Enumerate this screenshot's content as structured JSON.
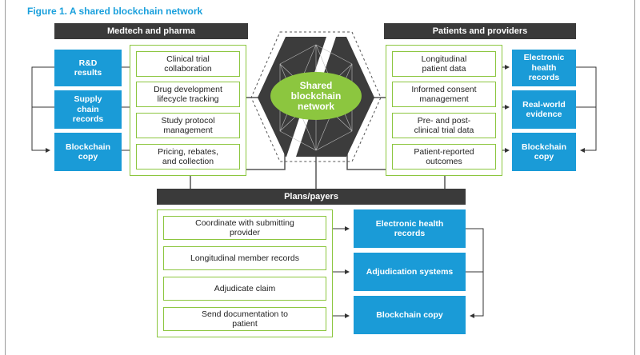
{
  "figure_title": "Figure 1. A shared blockchain network",
  "hub_label": "Shared\nblockchain\nnetwork",
  "medtech": {
    "header": "Medtech and pharma",
    "items": [
      "Clinical trial\ncollaboration",
      "Drug development\nlifecycle tracking",
      "Study protocol\nmanagement",
      "Pricing, rebates,\nand collection"
    ],
    "blue_boxes": [
      "R&D\nresults",
      "Supply\nchain\nrecords",
      "Blockchain\ncopy"
    ]
  },
  "patients": {
    "header": "Patients and providers",
    "items": [
      "Longitudinal\npatient data",
      "Informed consent\nmanagement",
      "Pre- and post-\nclinical trial data",
      "Patient-reported\noutcomes"
    ],
    "blue_boxes": [
      "Electronic\nhealth\nrecords",
      "Real-world\nevidence",
      "Blockchain\ncopy"
    ]
  },
  "plans": {
    "header": "Plans/payers",
    "items": [
      "Coordinate with submitting\nprovider",
      "Longitudinal member records",
      "Adjudicate claim",
      "Send documentation to\npatient"
    ],
    "blue_boxes": [
      "Electronic health\nrecords",
      "Adjudication systems",
      "Blockchain copy"
    ]
  },
  "colors": {
    "accent_blue": "#1a9bd7",
    "green": "#8cc63f",
    "dark": "#3a3a3a",
    "title_blue": "#1aa0dc"
  }
}
